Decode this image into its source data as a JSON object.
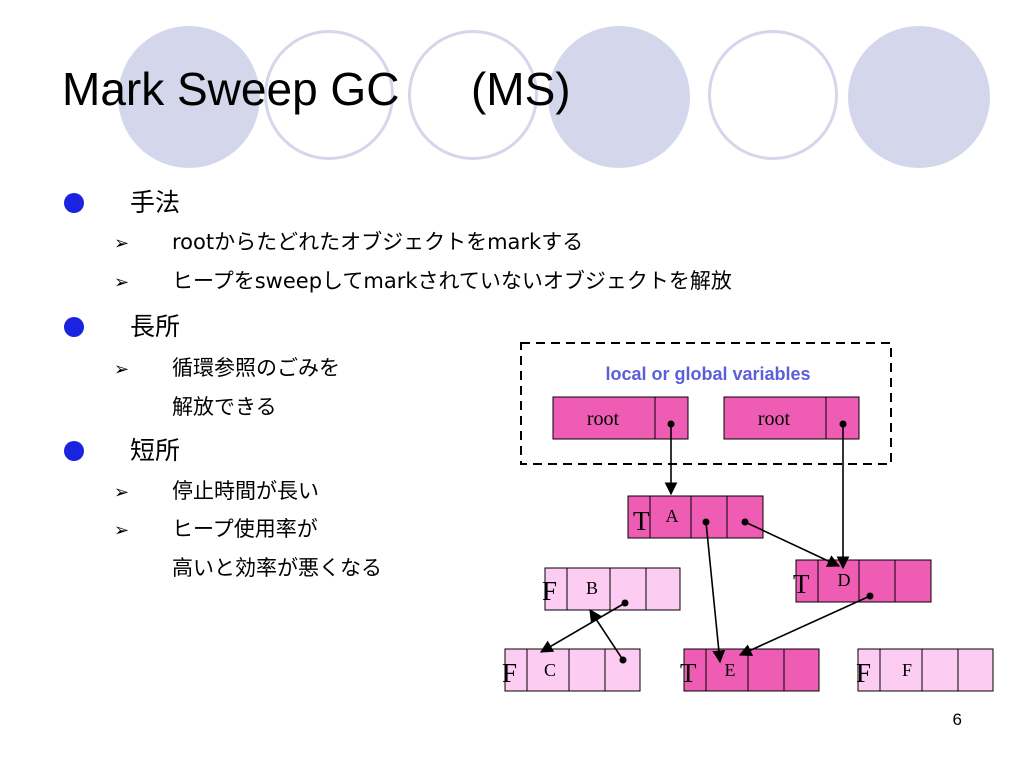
{
  "slide": {
    "title": "Mark Sweep GC\t(MS)",
    "page_number": "6",
    "sections": [
      {
        "heading": "手法",
        "items": [
          "rootからたどれたオブジェクトをmarkする",
          "ヒープをsweepしてmarkされていないオブジェクトを解放"
        ]
      },
      {
        "heading": "長所",
        "items": [
          "循環参照のごみを",
          "解放できる"
        ]
      },
      {
        "heading": "短所",
        "items": [
          "停止時間が長い",
          "ヒープ使用率が",
          "高いと効率が悪くなる"
        ]
      }
    ]
  },
  "diagram": {
    "variables_label": "local or global variables",
    "root1_label": "root",
    "root2_label": "root",
    "objects": {
      "A": {
        "mark": "T",
        "name": "A"
      },
      "B": {
        "mark": "F",
        "name": "B"
      },
      "C": {
        "mark": "F",
        "name": "C"
      },
      "D": {
        "mark": "T",
        "name": "D"
      },
      "E": {
        "mark": "T",
        "name": "E"
      },
      "F": {
        "mark": "F",
        "name": "F"
      }
    }
  },
  "colors": {
    "deco_circle": "#d4d6ec",
    "bullet": "#1a23e0",
    "marked_fill": "#ee5cb4",
    "unmarked_fill": "#fcccf2",
    "variables_label": "#5b5fd8"
  }
}
